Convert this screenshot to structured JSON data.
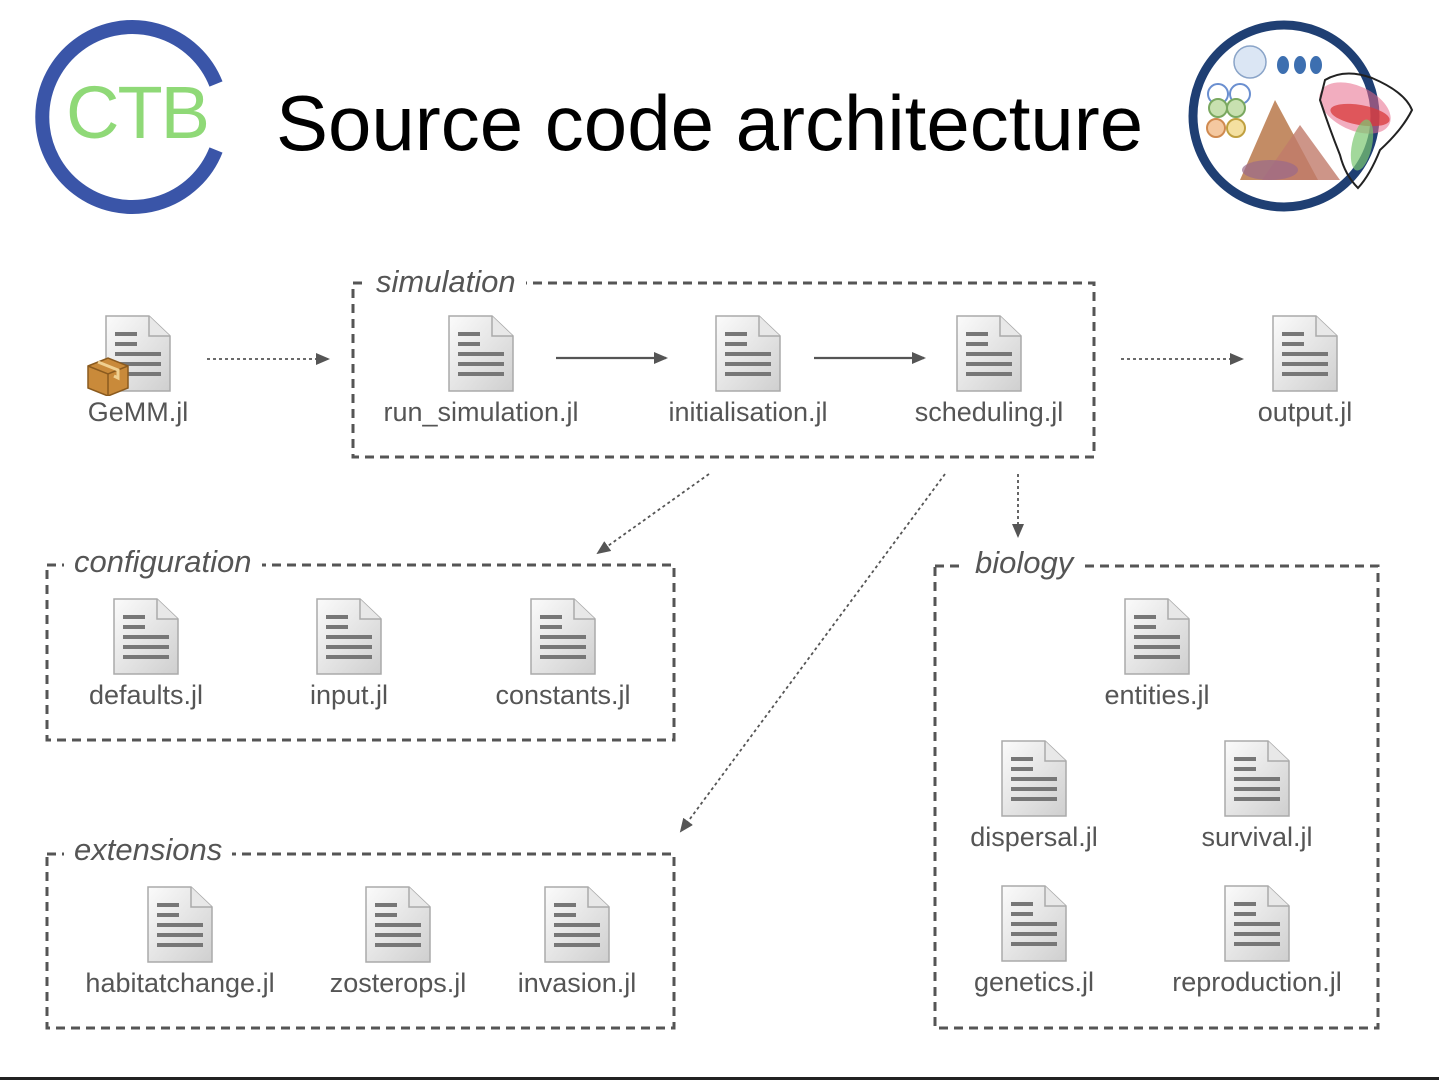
{
  "title": "Source code architecture",
  "logo_left": {
    "text": "CTB",
    "ring_color": "#3a55a8",
    "text_color": "#8fd977"
  },
  "logo_right": {
    "ring_color": "#1f3f73"
  },
  "groups": {
    "simulation": "simulation",
    "configuration": "configuration",
    "biology": "biology",
    "extensions": "extensions"
  },
  "files": {
    "gemm": "GeMM.jl",
    "run_simulation": "run_simulation.jl",
    "initialisation": "initialisation.jl",
    "scheduling": "scheduling.jl",
    "output": "output.jl",
    "defaults": "defaults.jl",
    "input": "input.jl",
    "constants": "constants.jl",
    "entities": "entities.jl",
    "dispersal": "dispersal.jl",
    "survival": "survival.jl",
    "genetics": "genetics.jl",
    "reproduction": "reproduction.jl",
    "habitatchange": "habitatchange.jl",
    "zosterops": "zosterops.jl",
    "invasion": "invasion.jl"
  },
  "icons": {
    "file": "text-file-icon",
    "package": "package-icon"
  },
  "colors": {
    "border": "#555555",
    "text": "#555555",
    "arrow": "#555555"
  }
}
